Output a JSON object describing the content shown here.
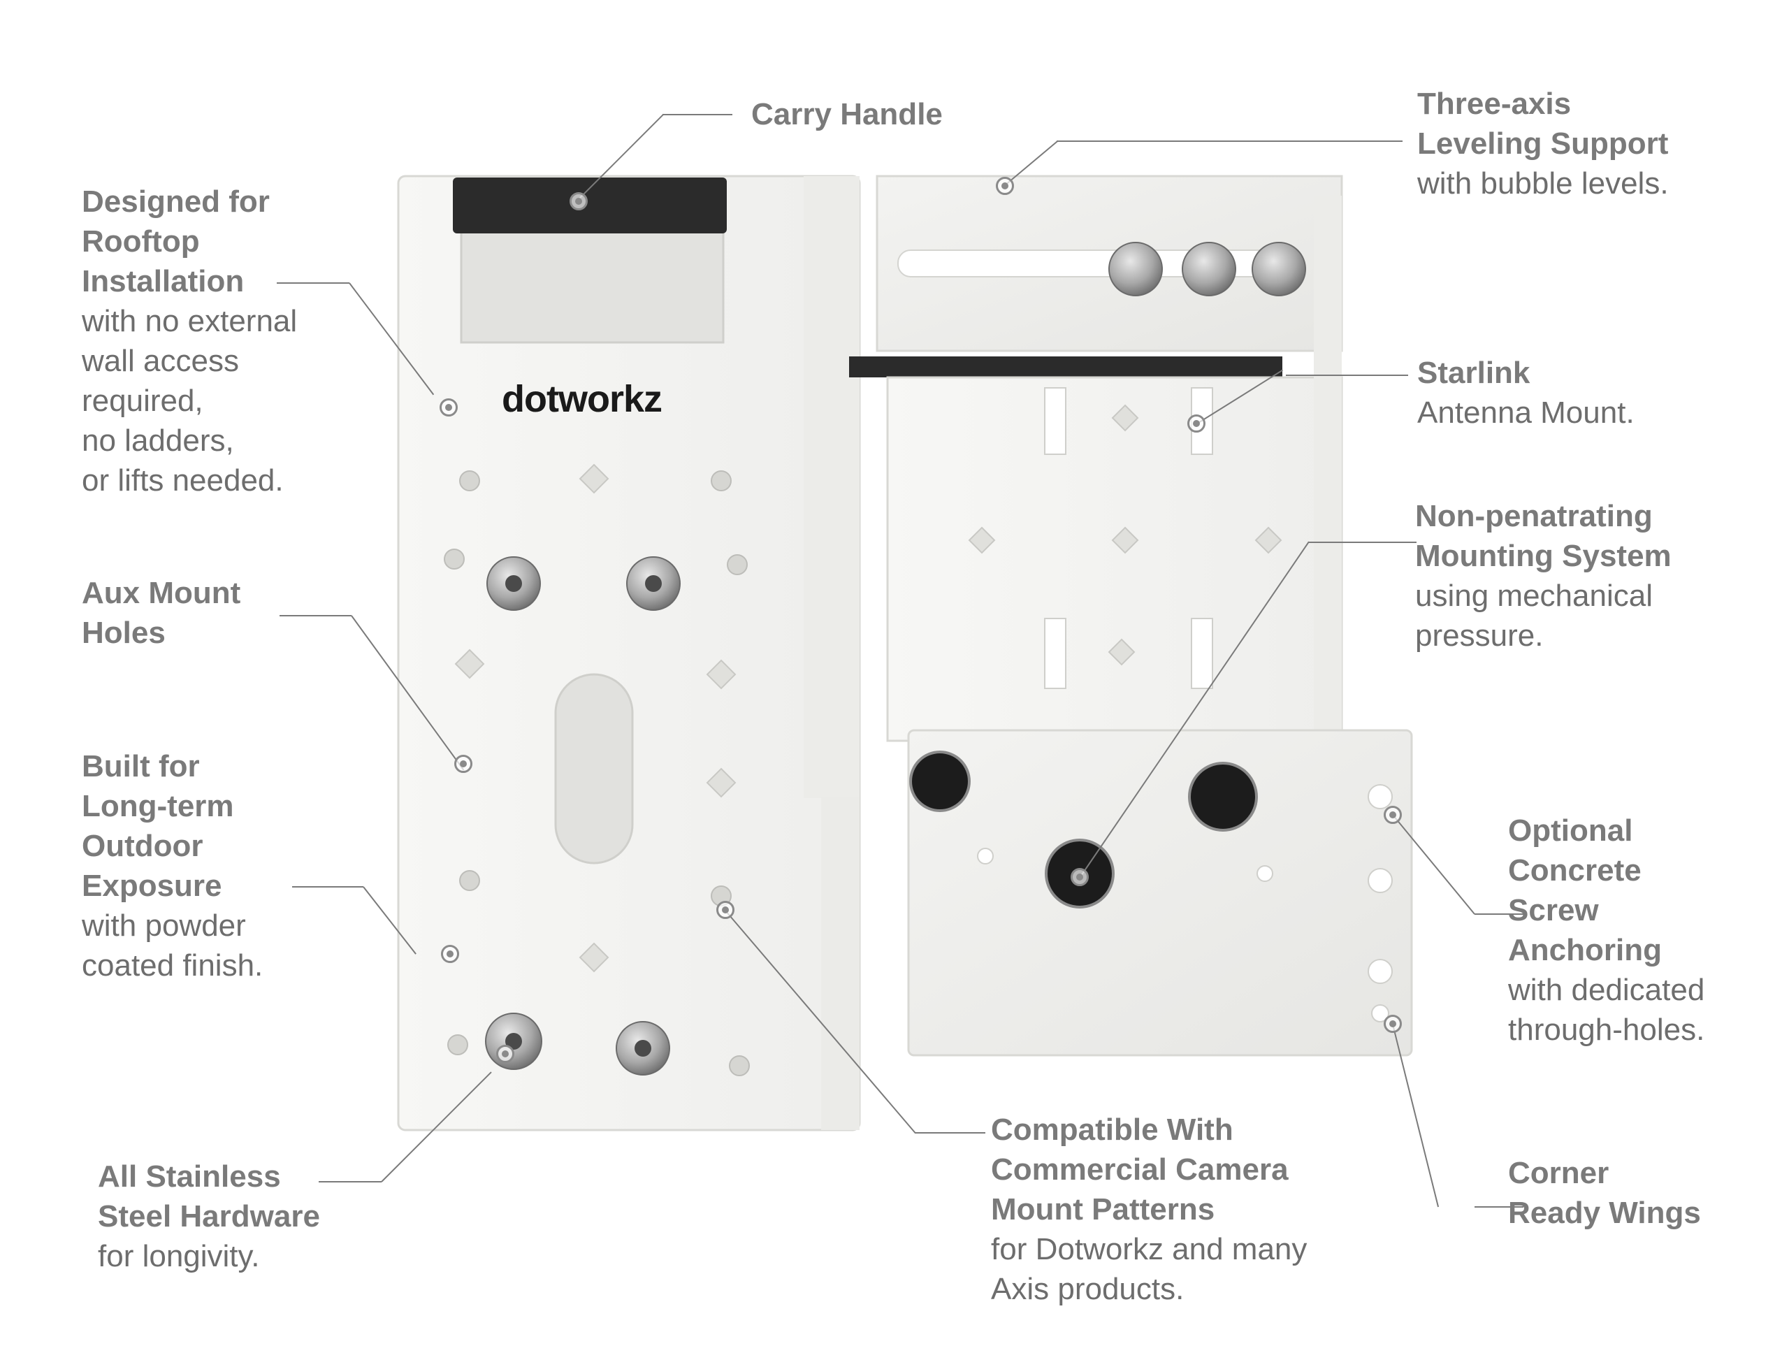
{
  "brand": {
    "logo_text": "dotworkz"
  },
  "callouts": {
    "carry_handle": {
      "title": "Carry Handle"
    },
    "leveling": {
      "title_1": "Three-axis",
      "title_2": "Leveling Support",
      "desc": "with bubble levels."
    },
    "rooftop": {
      "title_1": "Designed for",
      "title_2": "Rooftop",
      "title_3": "Installation",
      "desc_1": "with no external",
      "desc_2": "wall access",
      "desc_3": "required,",
      "desc_4": "no ladders,",
      "desc_5": "or lifts needed."
    },
    "starlink": {
      "title": "Starlink",
      "desc": "Antenna Mount."
    },
    "non_penetrating": {
      "title_1": "Non-penatrating",
      "title_2": "Mounting System",
      "desc_1": "using mechanical",
      "desc_2": "pressure."
    },
    "aux_mount": {
      "title_1": "Aux Mount",
      "title_2": "Holes"
    },
    "outdoor": {
      "title_1": "Built for",
      "title_2": "Long-term",
      "title_3": "Outdoor",
      "title_4": "Exposure",
      "desc_1": "with powder",
      "desc_2": "coated finish."
    },
    "concrete": {
      "title_1": "Optional",
      "title_2": "Concrete",
      "title_3": "Screw",
      "title_4": "Anchoring",
      "desc_1": "with dedicated",
      "desc_2": "through-holes."
    },
    "compatible": {
      "title_1": "Compatible With",
      "title_2": "Commercial Camera",
      "title_3": "Mount Patterns",
      "desc_1": "for Dotworkz and many",
      "desc_2": "Axis products."
    },
    "corner_wings": {
      "title_1": "Corner",
      "title_2": "Ready Wings"
    },
    "stainless": {
      "title_1": "All Stainless",
      "title_2": "Steel Hardware",
      "desc": "for longivity."
    }
  },
  "colors": {
    "background": "#ffffff",
    "plate": "#f4f4f2",
    "plate_edge": "#d8d8d4",
    "handle": "#2b2b2b",
    "text_title": "#7a7a7a",
    "text_desc": "#6d6d6d",
    "leader": "#7a7a7a"
  }
}
